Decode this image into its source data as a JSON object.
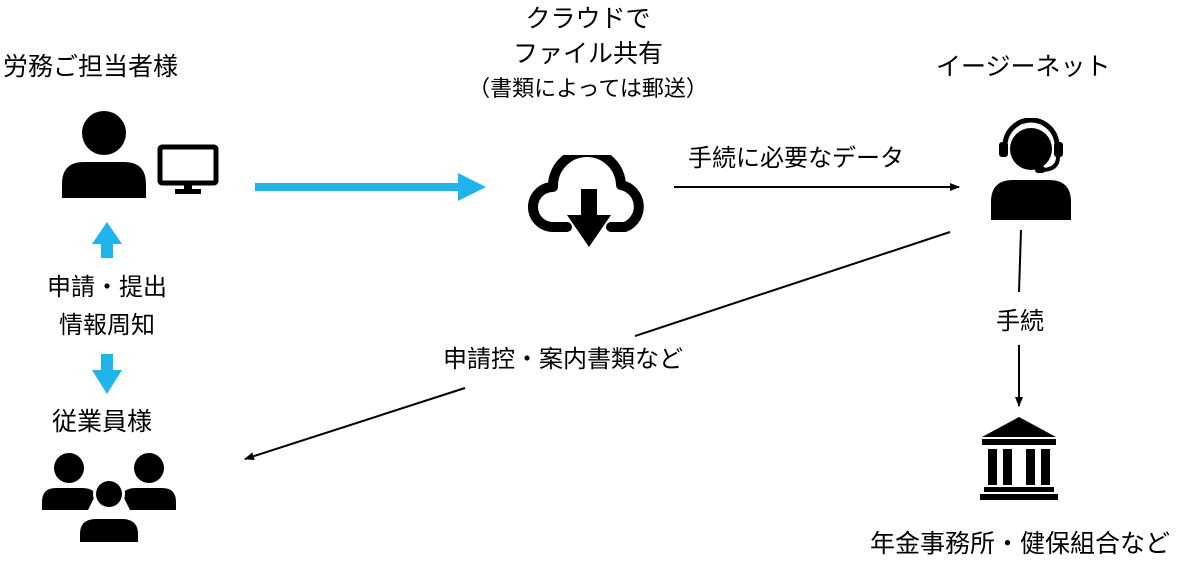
{
  "colors": {
    "accent_arrow": "#1fb4ec",
    "ink": "#000000",
    "background": "#ffffff"
  },
  "nodes": {
    "hr_contact": {
      "label": "労務ご担当者様",
      "icons": [
        "person-icon",
        "monitor-icon"
      ]
    },
    "cloud": {
      "label_line1": "クラウドで",
      "label_line2": "ファイル共有",
      "label_line3": "（書類によっては郵送）",
      "icon": "cloud-download-icon"
    },
    "easynet": {
      "label": "イージーネット",
      "icon": "headset-operator-icon"
    },
    "employees": {
      "label": "従業員様",
      "icon": "group-icon"
    },
    "agencies": {
      "label": "年金事務所・健保組合など",
      "icon": "government-building-icon"
    }
  },
  "edges": {
    "hr_to_cloud": {
      "label": ""
    },
    "cloud_to_easynet": {
      "label": "手続に必要なデータ"
    },
    "easynet_to_employees": {
      "label": "申請控・案内書類など"
    },
    "easynet_to_agencies": {
      "label": "手続"
    },
    "hr_employees": {
      "label_line1": "申請・提出",
      "label_line2": "情報周知"
    }
  }
}
